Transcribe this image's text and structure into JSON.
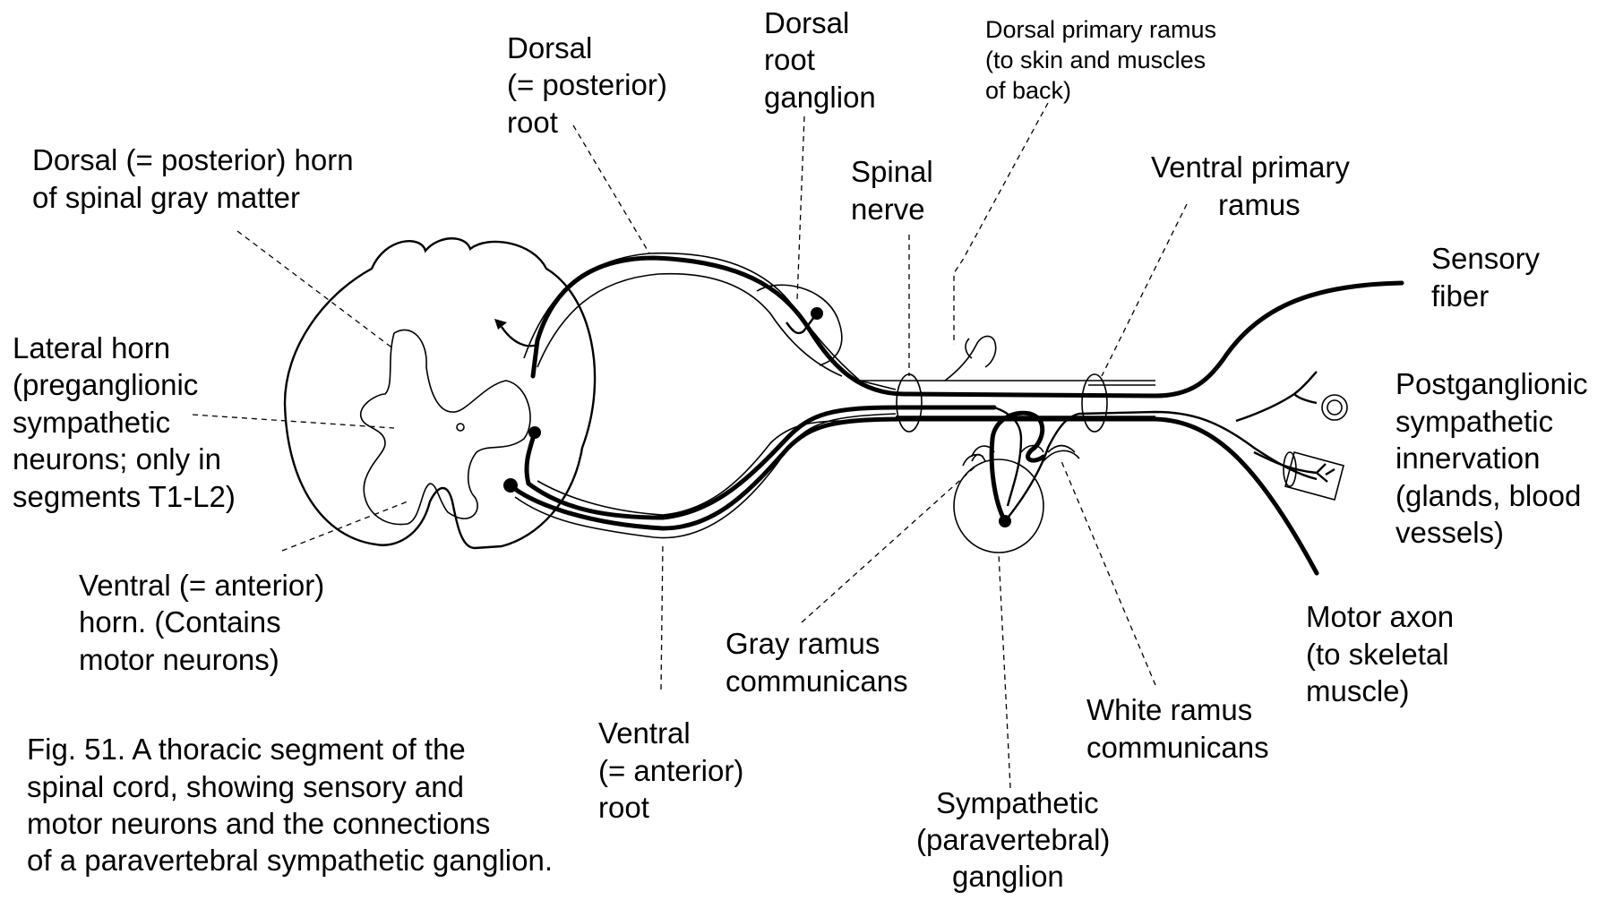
{
  "labels": {
    "dorsal_root": [
      "Dorsal",
      "(= posterior)",
      "root"
    ],
    "dorsal_root_ganglion": [
      "Dorsal",
      "root",
      "ganglion"
    ],
    "dorsal_primary_ramus": [
      "Dorsal primary ramus",
      "(to skin and muscles",
      " of back)"
    ],
    "dorsal_horn": [
      "Dorsal (= posterior) horn",
      "of spinal gray matter"
    ],
    "spinal_nerve": [
      "Spinal",
      "nerve"
    ],
    "ventral_primary_ramus": [
      "Ventral primary",
      "ramus"
    ],
    "sensory_fiber": [
      "Sensory",
      "fiber"
    ],
    "lateral_horn": [
      "Lateral horn",
      "(preganglionic",
      "sympathetic",
      "neurons; only in",
      "segments T1-L2)"
    ],
    "postganglionic": [
      "Postganglionic",
      "sympathetic",
      "innervation",
      "(glands, blood",
      " vessels)"
    ],
    "ventral_horn": [
      "Ventral (= anterior)",
      "horn.  (Contains",
      "motor neurons)"
    ],
    "gray_ramus": [
      "Gray ramus",
      "communicans"
    ],
    "motor_axon": [
      "Motor axon",
      "(to skeletal",
      " muscle)"
    ],
    "white_ramus": [
      "White ramus",
      "communicans"
    ],
    "ventral_root": [
      "Ventral",
      "(= anterior)",
      "root"
    ],
    "sympathetic_ganglion": [
      "Sympathetic",
      "(paravertebral)",
      "ganglion"
    ]
  },
  "caption": [
    "Fig. 51. A thoracic segment of the",
    "spinal cord, showing sensory and",
    "motor neurons and the connections",
    "of a paravertebral sympathetic ganglion."
  ]
}
